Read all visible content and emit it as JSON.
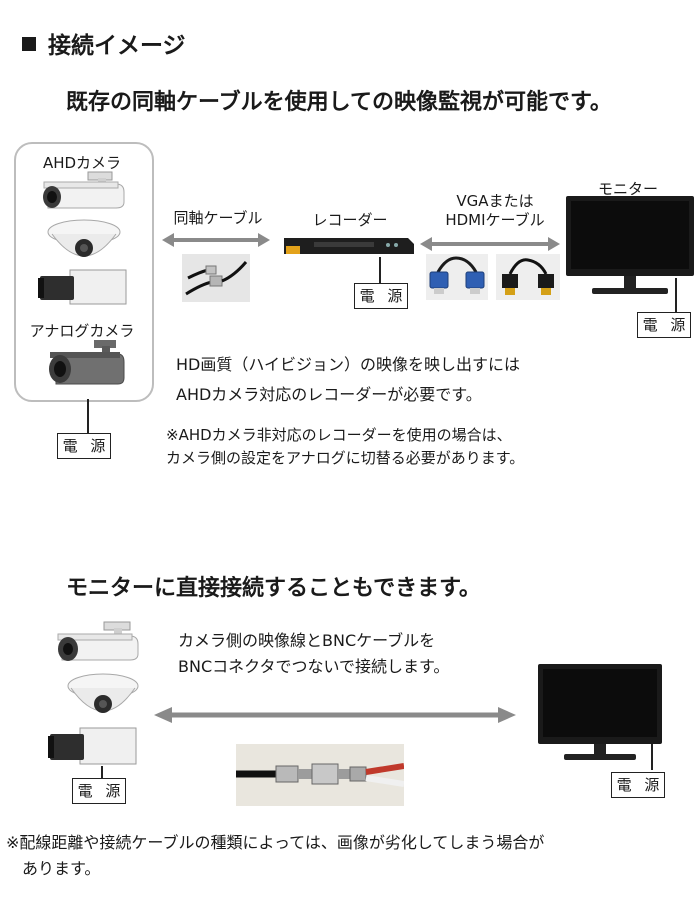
{
  "section_title": "接続イメージ",
  "heading1": "既存の同軸ケーブルを使用しての映像監視が可能です。",
  "ahd_camera_label": "AHDカメラ",
  "analog_camera_label": "アナログカメラ",
  "coax_cable_label": "同軸ケーブル",
  "recorder_label": "レコーダー",
  "vga_label_line1": "VGAまたは",
  "vga_label_line2": "HDMIケーブル",
  "monitor_label": "モニター",
  "power_label": "電 源",
  "note1_line1": "HD画質（ハイビジョン）の映像を映し出すには",
  "note1_line2": "AHDカメラ対応のレコーダーが必要です。",
  "note2_line1": "※AHDカメラ非対応のレコーダーを使用の場合は、",
  "note2_line2": "カメラ側の設定をアナログに切替る必要があります。",
  "heading2": "モニターに直接接続することもできます。",
  "note3_line1": "カメラ側の映像線とBNCケーブルを",
  "note3_line2": "BNCコネクタでつないで接続します。",
  "footnote_line1": "※配線距離や接続ケーブルの種類によっては、画像が劣化してしまう場合が",
  "footnote_line2": "あります。",
  "colors": {
    "arrow": "#8a8a8a",
    "panel_border": "#bdbdbd",
    "recorder_accent": "#e3a21a",
    "vga_blue": "#2f5fb3",
    "bnc_red": "#c0392b"
  }
}
